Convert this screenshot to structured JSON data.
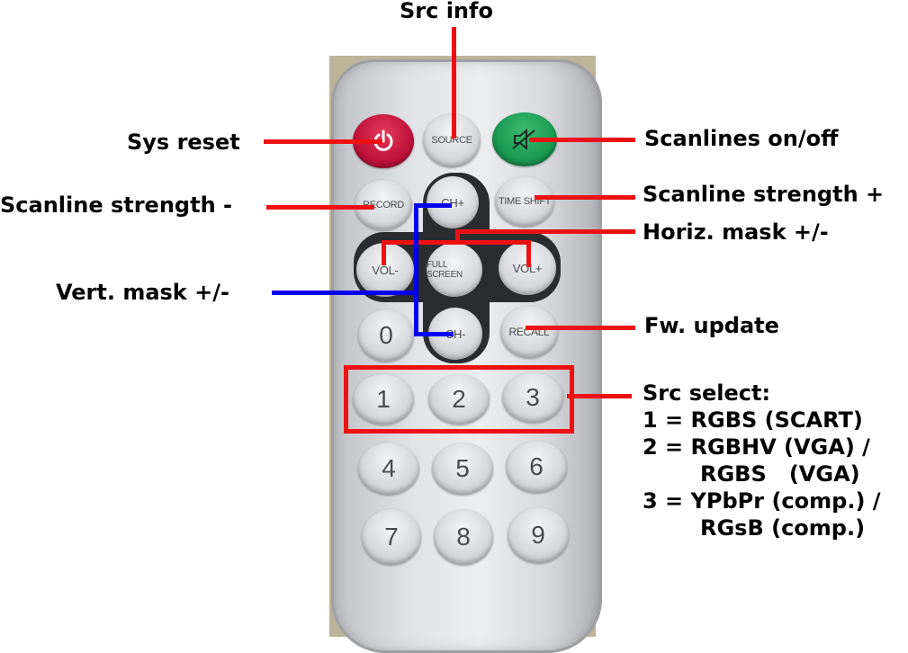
{
  "labels": {
    "src_info": "Src info",
    "sys_reset": "Sys reset",
    "scanlines_onoff": "Scanlines on/off",
    "scanline_strength_minus": "Scanline strength -",
    "scanline_strength_plus": "Scanline strength +",
    "horiz_mask": "Horiz. mask +/-",
    "vert_mask": "Vert. mask +/-",
    "fw_update": "Fw. update",
    "src_select": {
      "title": "Src select:",
      "line1": "1 = RGBS (SCART)",
      "line2": "2 = RGBHV (VGA) /",
      "line2b": "RGBS   (VGA)",
      "line3": "3 = YPbPr (comp.) /",
      "line3b": "RGsB (comp.)"
    }
  },
  "remote": {
    "source": "SOURCE",
    "record": "RECORD",
    "time_shift": "TIME SHIFT",
    "ch_plus": "CH+",
    "ch_minus": "CH-",
    "vol_minus": "VOL-",
    "vol_plus": "VOL+",
    "full_screen": "FULL SCREEN",
    "recall": "RECALL",
    "zero": "0",
    "n1": "1",
    "n2": "2",
    "n3": "3",
    "n4": "4",
    "n5": "5",
    "n6": "6",
    "n7": "7",
    "n8": "8",
    "n9": "9"
  },
  "icons": {
    "power": "power-icon",
    "mute": "mute-icon"
  },
  "colors": {
    "annotation_red": "#ee1111",
    "annotation_blue": "#0000ee",
    "power_button": "#c0123a",
    "mute_button": "#1a9a52"
  }
}
